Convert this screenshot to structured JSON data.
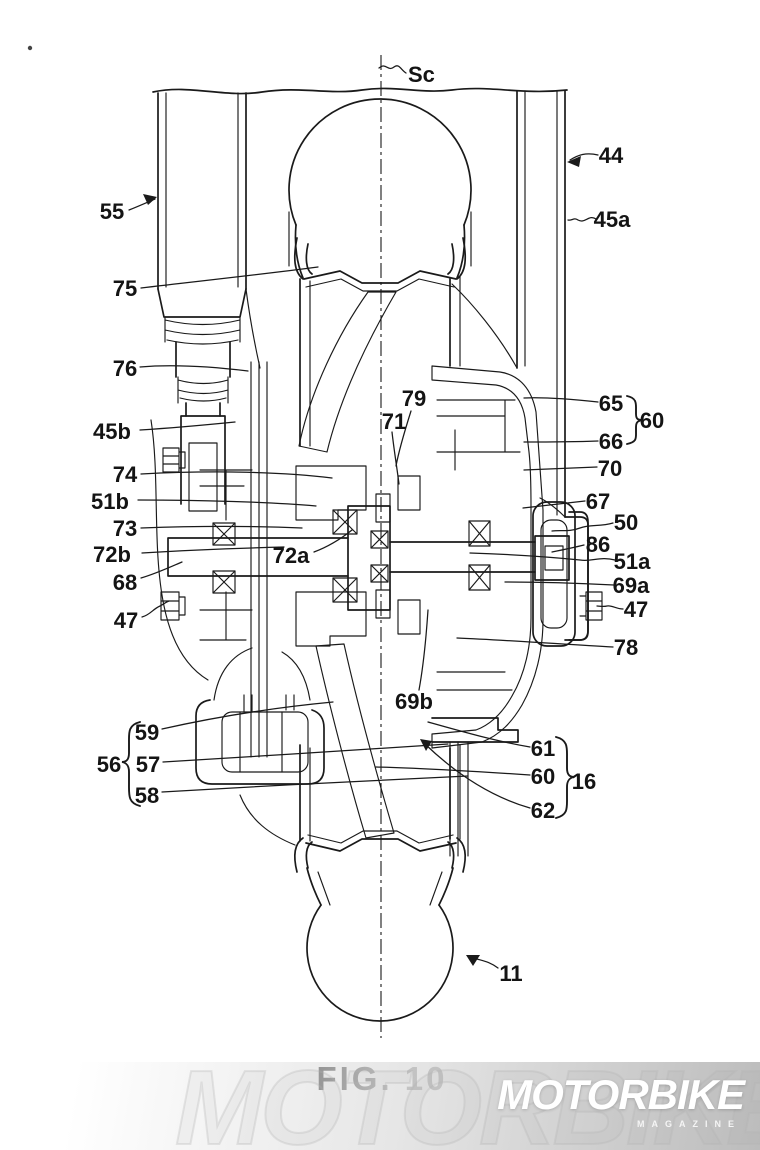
{
  "figure": {
    "caption": "FIG. 10"
  },
  "labels": [
    "Sc",
    "44",
    "45a",
    "55",
    "75",
    "76",
    "45b",
    "74",
    "51b",
    "73",
    "72b",
    "68",
    "47",
    "79",
    "71",
    "72a",
    "65",
    "66",
    "60",
    "70",
    "67",
    "50",
    "86",
    "51a",
    "69a",
    "47",
    "78",
    "69b",
    "59",
    "57",
    "58",
    "56",
    "61",
    "60",
    "62",
    "16",
    "11"
  ],
  "watermark": {
    "brand": "MOTORBIKE",
    "tagline": "MAGAZINE",
    "background_text": "MOTORBIKE"
  },
  "colors": {
    "line": "#1a1a1a",
    "band_gray": "#bcbcbc",
    "logo_white": "#ffffff"
  }
}
